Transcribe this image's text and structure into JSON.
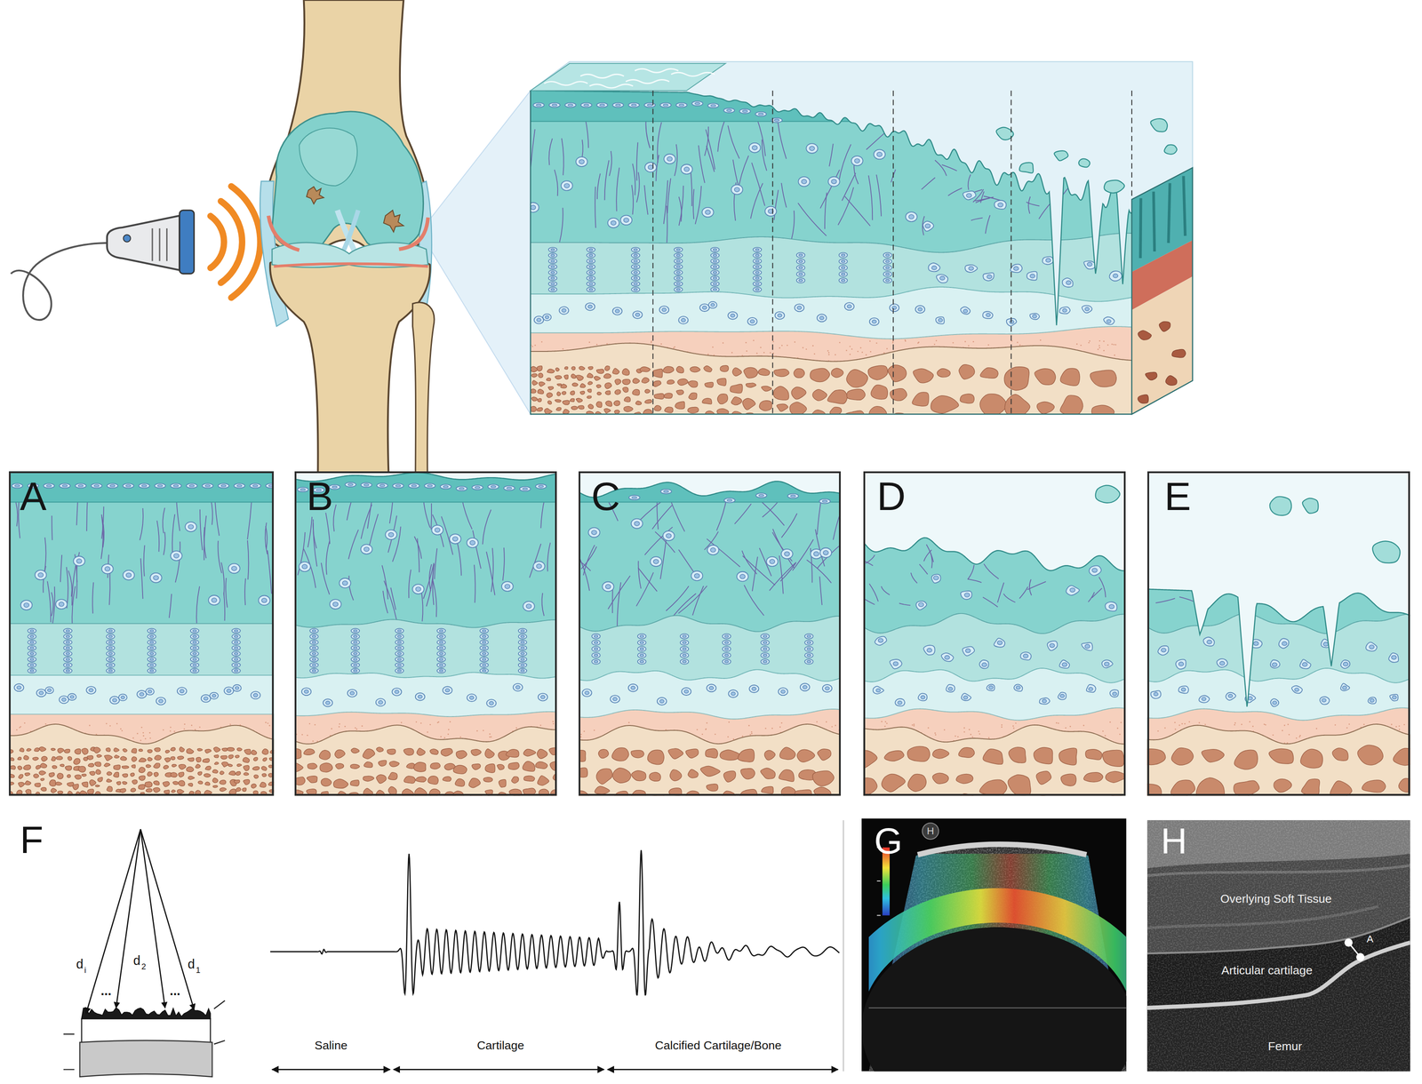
{
  "diagram": {
    "nodes": [
      {
        "text": [
          "A"
        ]
      },
      {
        "text": [
          "B"
        ]
      },
      {
        "text": [
          "C"
        ]
      },
      {
        "text": [
          "D"
        ]
      },
      {
        "text": [
          "E"
        ]
      },
      {
        "text": [
          "G",
          "H"
        ]
      },
      {
        "text": [
          "H",
          "Overlying Soft Tissue",
          "Articular cartilage",
          "Femur",
          "A"
        ]
      }
    ],
    "labels": [
      "F",
      "d",
      "i",
      "...",
      "d",
      "2",
      "...",
      "d",
      "1",
      "Saline",
      "Cartilage",
      "Calcified Cartilage/Bone"
    ]
  }
}
